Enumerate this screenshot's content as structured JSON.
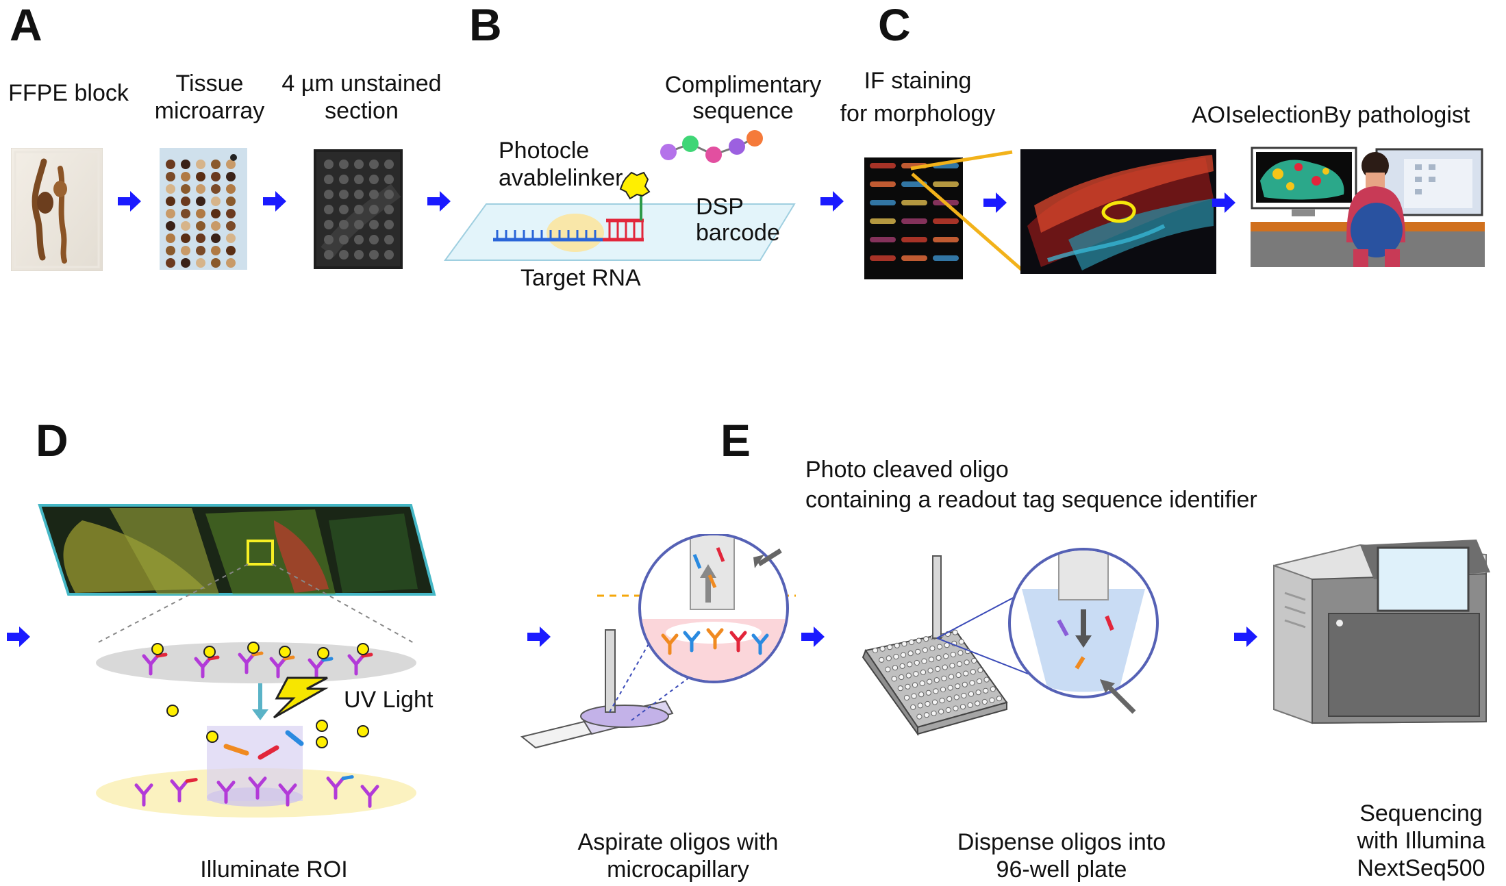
{
  "panels": {
    "a": "A",
    "b": "B",
    "c": "C",
    "d": "D",
    "e": "E"
  },
  "a": {
    "ffpe": "FFPE block",
    "tma_l1": "Tissue",
    "tma_l2": "microarray",
    "sec_l1": "4 µm unstained",
    "sec_l2": "section"
  },
  "b": {
    "comp_l1": "Complimentary",
    "comp_l2": "sequence",
    "photo_l1": "Photocle",
    "photo_l2": "avablelinker",
    "dsp_l1": "DSP",
    "dsp_l2": "barcode",
    "target": "Target RNA"
  },
  "c": {
    "if_l1": "IF staining",
    "if_l2": "for morphology",
    "aoi": "AOIselectionBy pathologist"
  },
  "d": {
    "uv": "UV Light",
    "illum": "Illuminate ROI"
  },
  "e": {
    "cleaved_l1": "Photo cleaved oligo",
    "cleaved_l2": "containing a readout tag sequence identifier",
    "asp_l1": "Aspirate oligos with",
    "asp_l2": "microcapillary",
    "disp_l1": "Dispense oligos into",
    "disp_l2": "96-well plate",
    "seq_l1": "Sequencing",
    "seq_l2": "with Illumina",
    "seq_l3": "NextSeq500"
  },
  "colors": {
    "arrow": "#1a1aff",
    "antibody": "#b23ad8",
    "uv_yellow": "#f7e600",
    "circle_border": "#5561b5",
    "orange_line": "#f5a70a"
  },
  "icons": [
    "right-arrow-icon",
    "lightning-icon",
    "antibody-icon",
    "monitor-icon",
    "pathologist-icon",
    "sequencer-icon",
    "well-plate-icon",
    "capillary-icon"
  ]
}
